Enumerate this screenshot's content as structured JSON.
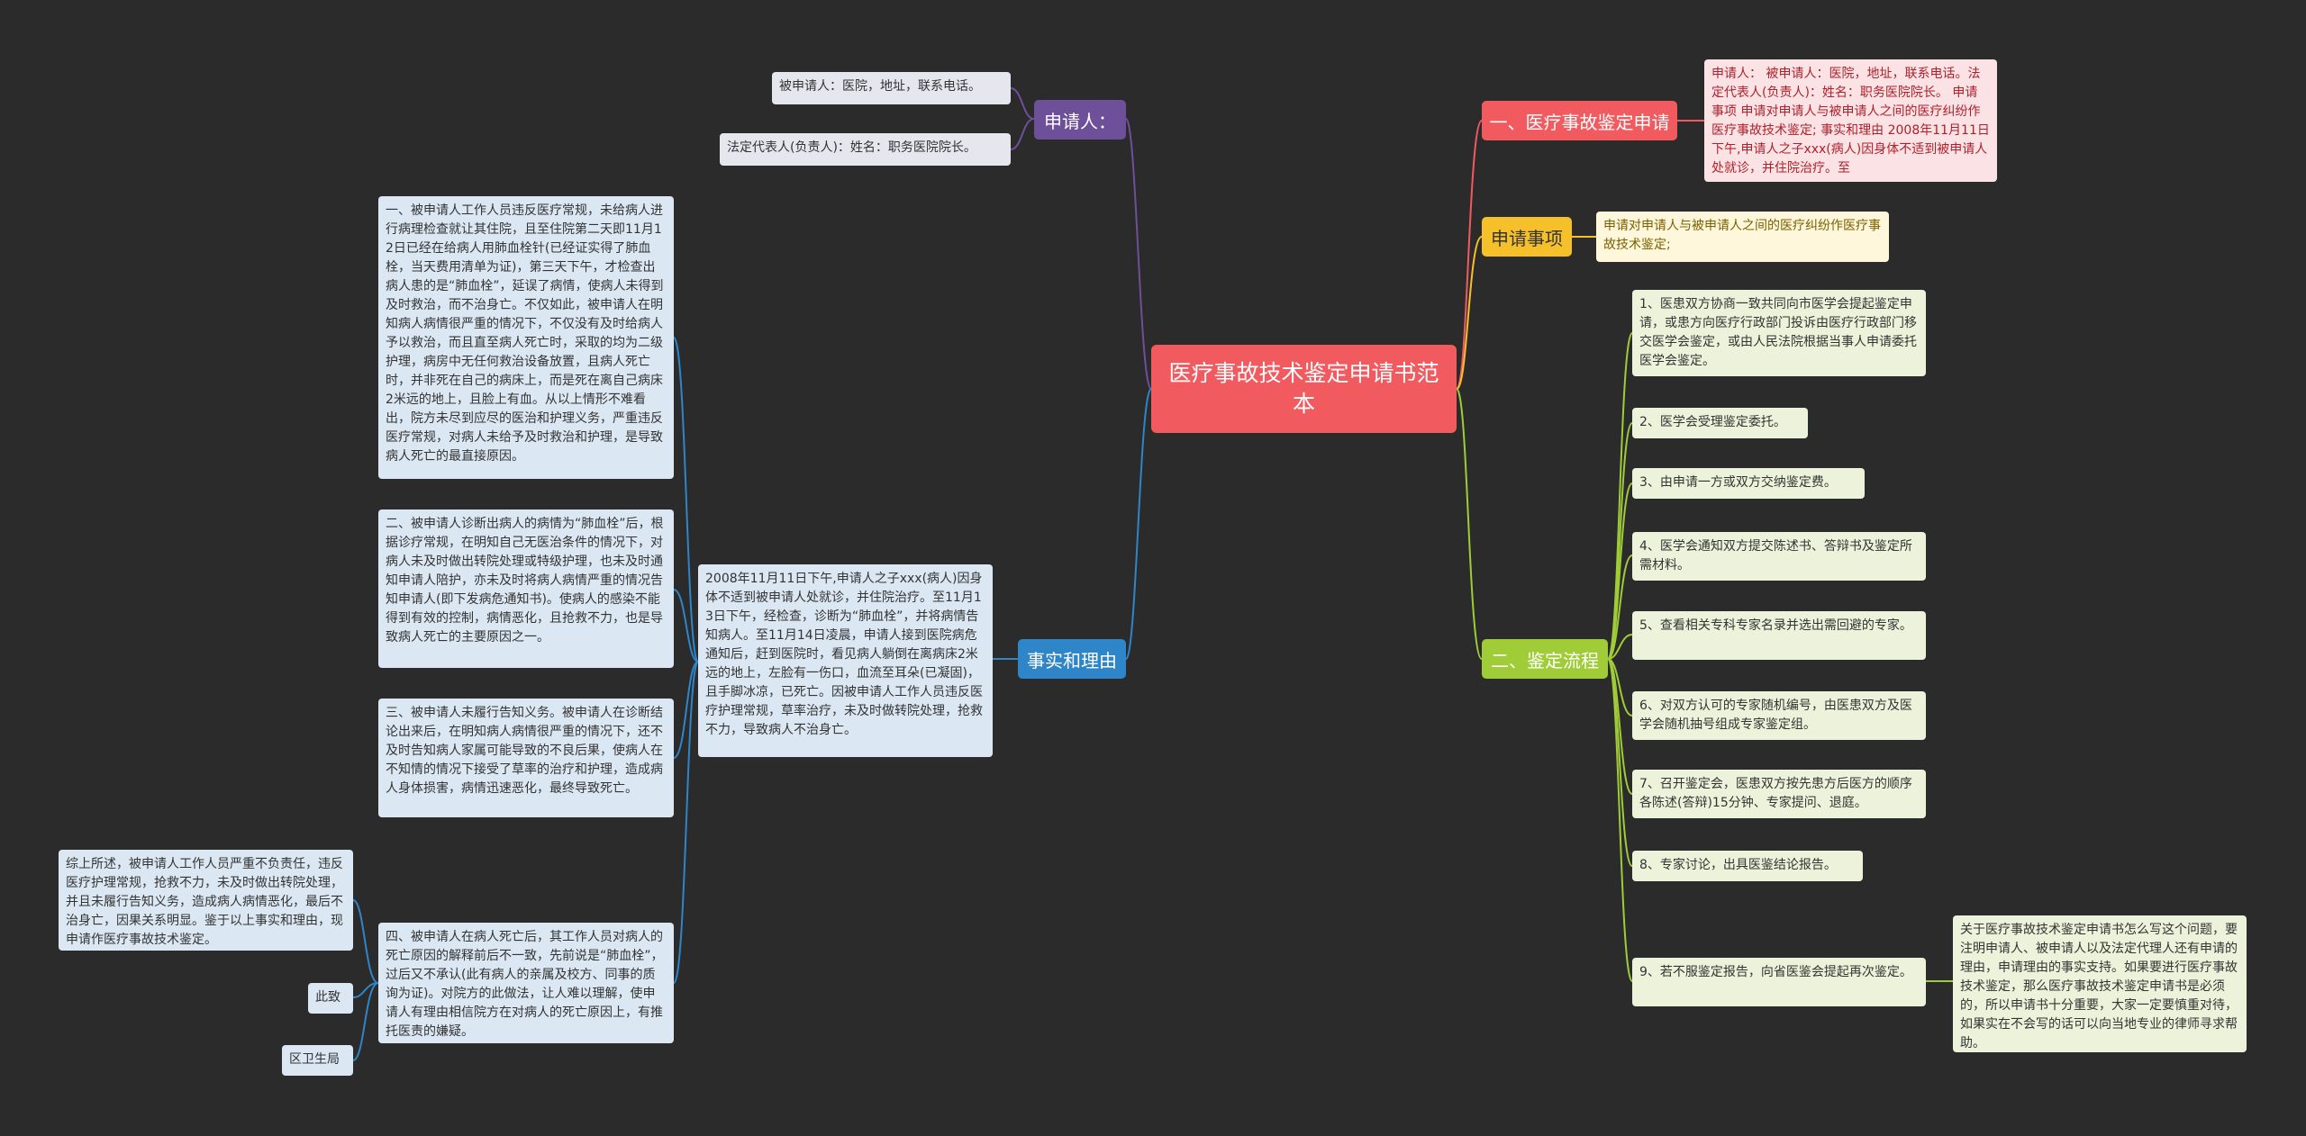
{
  "root": {
    "title": "医疗事故技术鉴定申请书范本"
  },
  "colors": {
    "background": "#2b2b2b",
    "root": "#f15a5e",
    "applicant": "#6d4f9a",
    "facts": "#2e85c8",
    "app_red": "#f15a5e",
    "item_yellow": "#f6c02b",
    "process_green": "#9fcc37"
  },
  "left": {
    "applicant": {
      "label": "申请人：",
      "children": [
        "被申请人：医院，地址，联系电话。",
        "法定代表人(负责人)：姓名：职务医院院长。"
      ]
    },
    "facts": {
      "label": "事实和理由",
      "summary": "2008年11月11日下午,申请人之子xxx(病人)因身体不适到被申请人处就诊，并住院治疗。至11月13日下午，经检查，诊断为“肺血栓”，并将病情告知病人。至11月14日凌晨，申请人接到医院病危通知后，赶到医院时，看见病人躺倒在离病床2米远的地上，左脸有一伤口，血流至耳朵(已凝固)，且手脚冰凉，已死亡。因被申请人工作人员违反医疗护理常规，草率治疗，未及时做转院处理，抢救不力，导致病人不治身亡。",
      "reasons": [
        "一、被申请人工作人员违反医疗常规，未给病人进行病理检查就让其住院，且至住院第二天即11月12日已经在给病人用肺血栓针(已经证实得了肺血栓，当天费用清单为证)，第三天下午，才检查出病人患的是“肺血栓”，延误了病情，使病人未得到及时救治，而不治身亡。不仅如此，被申请人在明知病人病情很严重的情况下，不仅没有及时给病人予以救治，而且直至病人死亡时，采取的均为二级护理，病房中无任何救治设备放置，且病人死亡时，并非死在自己的病床上，而是死在离自己病床2米远的地上，且脸上有血。从以上情形不难看出，院方未尽到应尽的医治和护理义务，严重违反医疗常规，对病人未给予及时救治和护理，是导致病人死亡的最直接原因。",
        "二、被申请人诊断出病人的病情为“肺血栓”后，根据诊疗常规，在明知自己无医治条件的情况下，对病人未及时做出转院处理或特级护理，也未及时通知申请人陪护，亦未及时将病人病情严重的情况告知申请人(即下发病危通知书)。使病人的感染不能得到有效的控制，病情恶化，且抢救不力，也是导致病人死亡的主要原因之一。",
        "三、被申请人未履行告知义务。被申请人在诊断结论出来后，在明知病人病情很严重的情况下，还不及时告知病人家属可能导致的不良后果，使病人在不知情的情况下接受了草率的治疗和护理，造成病人身体损害，病情迅速恶化，最终导致死亡。",
        "四、被申请人在病人死亡后，其工作人员对病人的死亡原因的解释前后不一致，先前说是“肺血栓”，过后又不承认(此有病人的亲属及校方、同事的质询为证)。对院方的此做法，让人难以理解，使申请人有理由相信院方在对病人的死亡原因上，有推托医责的嫌疑。"
      ],
      "conclusion": [
        "综上所述，被申请人工作人员严重不负责任，违反医疗护理常规，抢救不力，未及时做出转院处理，并且未履行告知义务，造成病人病情恶化，最后不治身亡，因果关系明显。鉴于以上事实和理由，现申请作医疗事故技术鉴定。",
        "此致",
        "区卫生局"
      ]
    }
  },
  "right": {
    "application": {
      "label": "一、医疗事故鉴定申请",
      "text": "申请人： 被申请人：医院，地址，联系电话。法定代表人(负责人)：姓名：职务医院院长。 申请事项 申请对申请人与被申请人之间的医疗纠纷作医疗事故技术鉴定; 事实和理由 2008年11月11日下午,申请人之子xxx(病人)因身体不适到被申请人处就诊，并住院治疗。至"
    },
    "item": {
      "label": "申请事项",
      "text": "申请对申请人与被申请人之间的医疗纠纷作医疗事故技术鉴定;"
    },
    "process": {
      "label": "二、鉴定流程",
      "steps": [
        "1、医患双方协商一致共同向市医学会提起鉴定申请，或患方向医疗行政部门投诉由医疗行政部门移交医学会鉴定，或由人民法院根据当事人申请委托医学会鉴定。",
        "2、医学会受理鉴定委托。",
        "3、由申请一方或双方交纳鉴定费。",
        "4、医学会通知双方提交陈述书、答辩书及鉴定所需材料。",
        "5、查看相关专科专家名录并选出需回避的专家。",
        "6、对双方认可的专家随机编号，由医患双方及医学会随机抽号组成专家鉴定组。",
        "7、召开鉴定会，医患双方按先患方后医方的顺序各陈述(答辩)15分钟、专家提问、退庭。",
        "8、专家讨论，出具医鉴结论报告。",
        "9、若不服鉴定报告，向省医鉴会提起再次鉴定。"
      ],
      "note": "关于医疗事故技术鉴定申请书怎么写这个问题，要注明申请人、被申请人以及法定代理人还有申请的理由，申请理由的事实支持。如果要进行医疗事故技术鉴定，那么医疗事故技术鉴定申请书是必须的，所以申请书十分重要，大家一定要慎重对待，如果实在不会写的话可以向当地专业的律师寻求帮助。"
    }
  }
}
